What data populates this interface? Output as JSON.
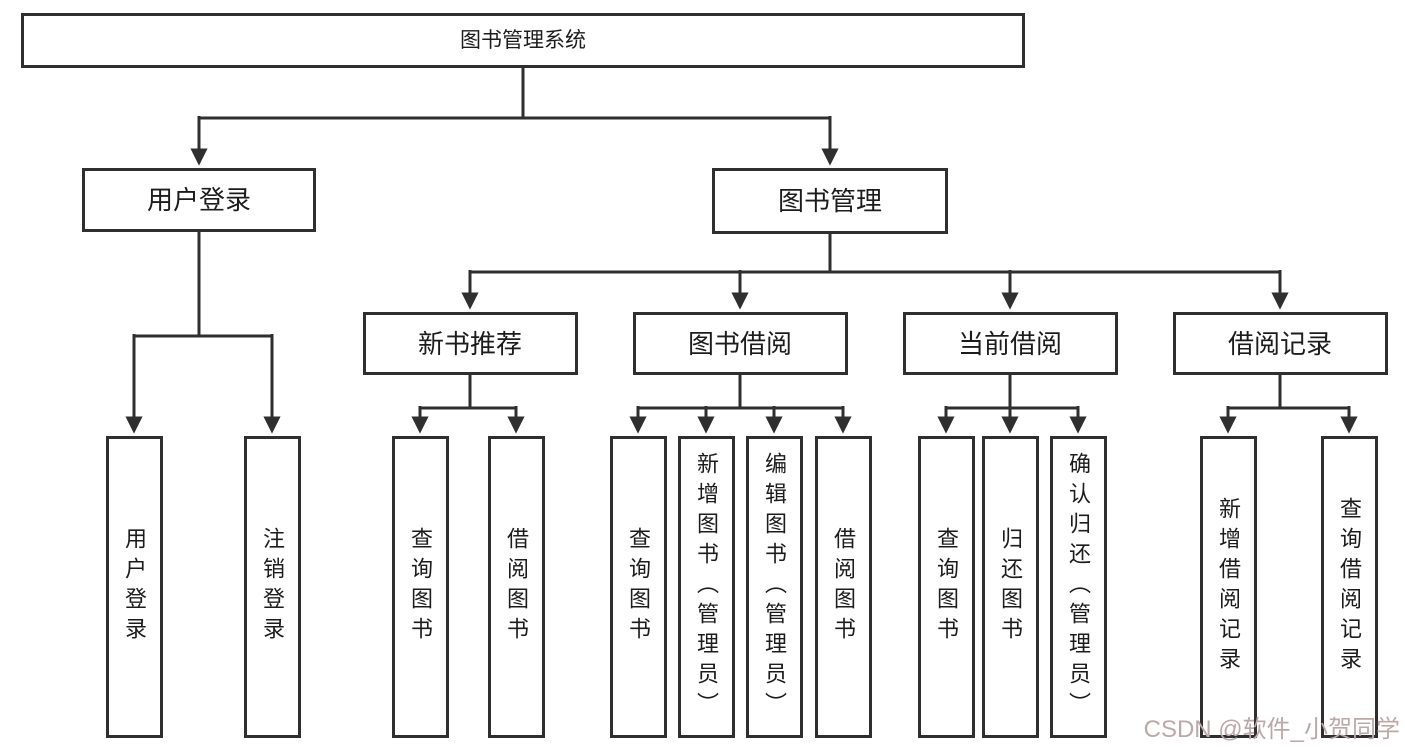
{
  "tree": {
    "label": "图书管理系统",
    "children": [
      {
        "label": "用户登录",
        "children": [
          {
            "label": "用户登录"
          },
          {
            "label": "注销登录"
          }
        ]
      },
      {
        "label": "图书管理",
        "children": [
          {
            "label": "新书推荐",
            "children": [
              {
                "label": "查询图书"
              },
              {
                "label": "借阅图书"
              }
            ]
          },
          {
            "label": "图书借阅",
            "children": [
              {
                "label": "查询图书"
              },
              {
                "label": "新增图书（管理员）"
              },
              {
                "label": "编辑图书（管理员）"
              },
              {
                "label": "借阅图书"
              }
            ]
          },
          {
            "label": "当前借阅",
            "children": [
              {
                "label": "查询图书"
              },
              {
                "label": "归还图书"
              },
              {
                "label": "确认归还（管理员）"
              }
            ]
          },
          {
            "label": "借阅记录",
            "children": [
              {
                "label": "新增借阅记录"
              },
              {
                "label": "查询借阅记录"
              }
            ]
          }
        ]
      }
    ]
  },
  "watermark": {
    "text": "CSDN @软件_小贺同学"
  },
  "colors": {
    "line": "#2f2f2f",
    "text": "#1c1c1c",
    "bg": "#ffffff",
    "watermark": "#bda8a8"
  }
}
